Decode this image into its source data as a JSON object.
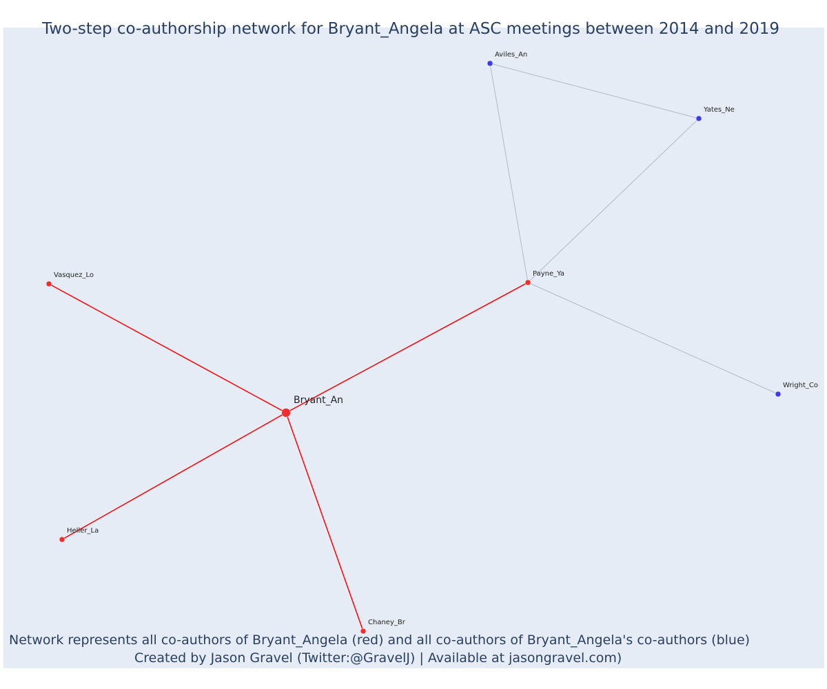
{
  "title": "Two-step co-authorship network for Bryant_Angela at ASC meetings between 2014 and 2019",
  "footer": {
    "line1": "Network represents all co-authors of Bryant_Angela (red) and all co-authors of Bryant_Angela's co-authors (blue)",
    "line2": "Created by Jason Gravel (Twitter:@GravelJ) | Available at jasongravel.com)"
  },
  "colors": {
    "background": "#e5ecf6",
    "first_degree": "#ef2f2f",
    "second_degree": "#3b3bea",
    "first_degree_edge": "#ff0000",
    "second_degree_edge": "#b3b8c8",
    "title_text": "#2a3f5f"
  },
  "network": {
    "focal": "Bryant_An",
    "nodes": [
      {
        "id": "Bryant_An",
        "label": "Bryant_An",
        "group": "focal"
      },
      {
        "id": "Vasquez_Lo",
        "label": "Vasquez_Lo",
        "group": "coauthor"
      },
      {
        "id": "Payne_Ya",
        "label": "Payne_Ya",
        "group": "coauthor"
      },
      {
        "id": "Heller_La",
        "label": "Heller_La",
        "group": "coauthor"
      },
      {
        "id": "Chaney_Br",
        "label": "Chaney_Br",
        "group": "coauthor"
      },
      {
        "id": "Aviles_An",
        "label": "Aviles_An",
        "group": "second_degree"
      },
      {
        "id": "Yates_Ne",
        "label": "Yates_Ne",
        "group": "second_degree"
      },
      {
        "id": "Wright_Co",
        "label": "Wright_Co",
        "group": "second_degree"
      }
    ],
    "edges": [
      {
        "source": "Bryant_An",
        "target": "Vasquez_Lo",
        "kind": "first_degree"
      },
      {
        "source": "Bryant_An",
        "target": "Payne_Ya",
        "kind": "first_degree"
      },
      {
        "source": "Bryant_An",
        "target": "Heller_La",
        "kind": "first_degree"
      },
      {
        "source": "Bryant_An",
        "target": "Chaney_Br",
        "kind": "first_degree"
      },
      {
        "source": "Payne_Ya",
        "target": "Aviles_An",
        "kind": "second_degree"
      },
      {
        "source": "Payne_Ya",
        "target": "Yates_Ne",
        "kind": "second_degree"
      },
      {
        "source": "Payne_Ya",
        "target": "Wright_Co",
        "kind": "second_degree"
      },
      {
        "source": "Aviles_An",
        "target": "Yates_Ne",
        "kind": "second_degree"
      }
    ]
  }
}
